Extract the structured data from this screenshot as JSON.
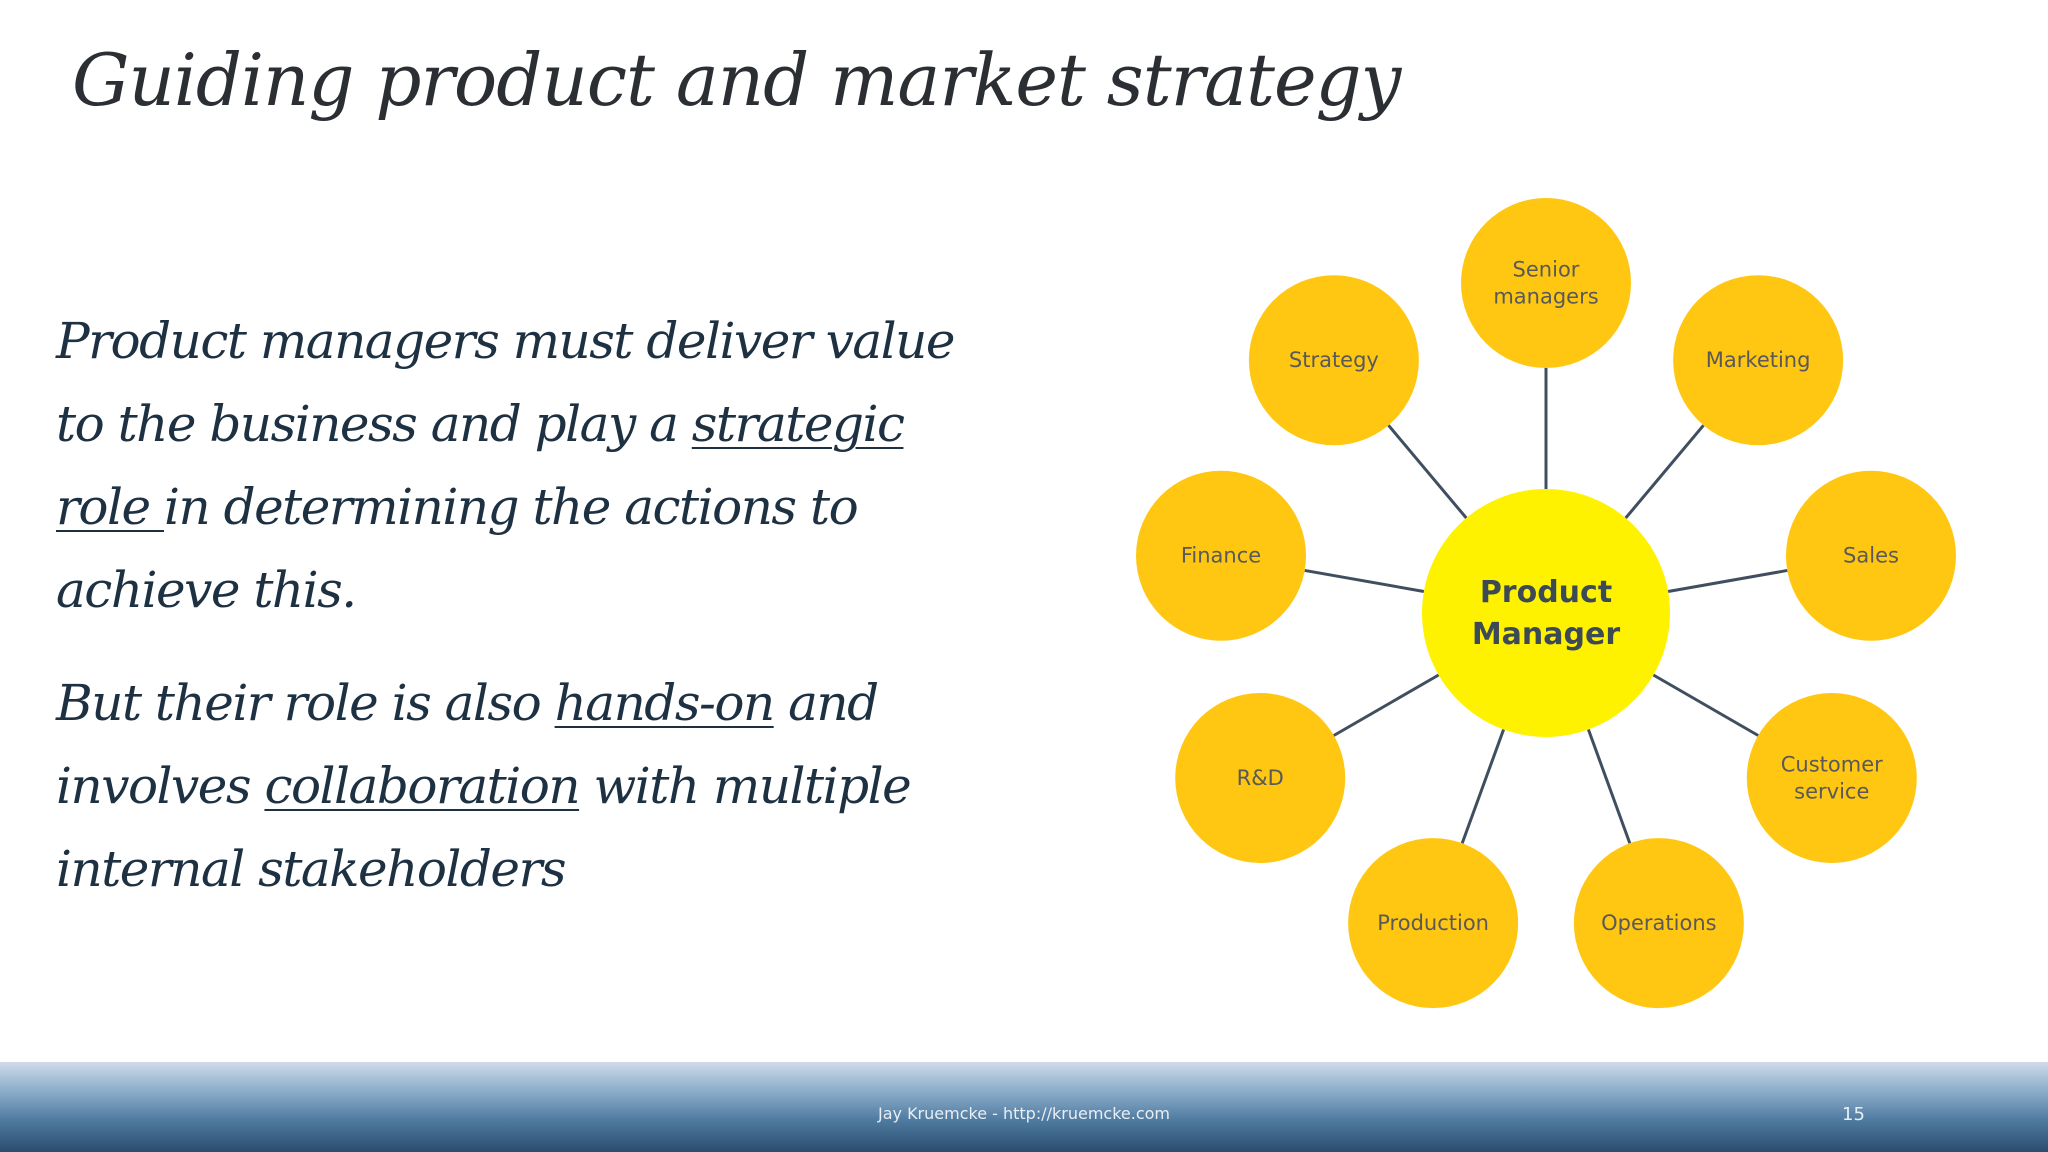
{
  "slide": {
    "title": "Guiding product and market strategy",
    "paragraphs": [
      [
        {
          "text": "Product managers must deliver value to the business and play a ",
          "u": false
        },
        {
          "text": "strategic role ",
          "u": true
        },
        {
          "text": "in determining the actions to achieve this.",
          "u": false
        }
      ],
      [
        {
          "text": "But their role is also ",
          "u": false
        },
        {
          "text": "hands-on",
          "u": true
        },
        {
          "text": " and involves ",
          "u": false
        },
        {
          "text": "collaboration",
          "u": true
        },
        {
          "text": " with multiple internal stakeholders",
          "u": false
        }
      ]
    ],
    "footer": "Jay Kruemcke - http://kruemcke.com",
    "page_number": "15"
  },
  "diagram": {
    "center": {
      "lines": [
        "Product",
        "Manager"
      ],
      "color": "#FFF200"
    },
    "node_color": "#FFC711",
    "line_color": "#3F4F5F",
    "nodes": [
      {
        "id": "senior-managers",
        "lines": [
          "Senior",
          "managers"
        ]
      },
      {
        "id": "marketing",
        "lines": [
          "Marketing"
        ]
      },
      {
        "id": "sales",
        "lines": [
          "Sales"
        ]
      },
      {
        "id": "customer-service",
        "lines": [
          "Customer",
          "service"
        ]
      },
      {
        "id": "operations",
        "lines": [
          "Operations"
        ]
      },
      {
        "id": "production",
        "lines": [
          "Production"
        ]
      },
      {
        "id": "rnd",
        "lines": [
          "R&D"
        ]
      },
      {
        "id": "finance",
        "lines": [
          "Finance"
        ]
      },
      {
        "id": "strategy",
        "lines": [
          "Strategy"
        ]
      }
    ]
  }
}
